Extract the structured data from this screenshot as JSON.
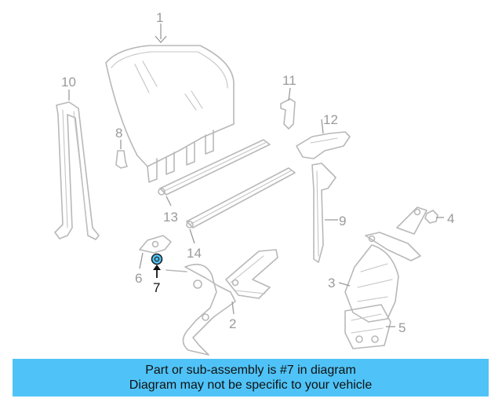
{
  "diagram": {
    "highlighted_part": "7",
    "callouts": {
      "c1": "1",
      "c2": "2",
      "c3": "3",
      "c4": "4",
      "c5": "5",
      "c6": "6",
      "c7": "7",
      "c8": "8",
      "c9": "9",
      "c10": "10",
      "c11": "11",
      "c12": "12",
      "c13": "13",
      "c14": "14"
    },
    "colors": {
      "line": "#b8b8b8",
      "highlight": "#4fc3f7",
      "banner": "#4fc3f7",
      "text_dark": "#111111"
    }
  },
  "banner": {
    "line1": "Part or sub-assembly is #7 in diagram",
    "line2": "Diagram may not be specific to your vehicle"
  }
}
